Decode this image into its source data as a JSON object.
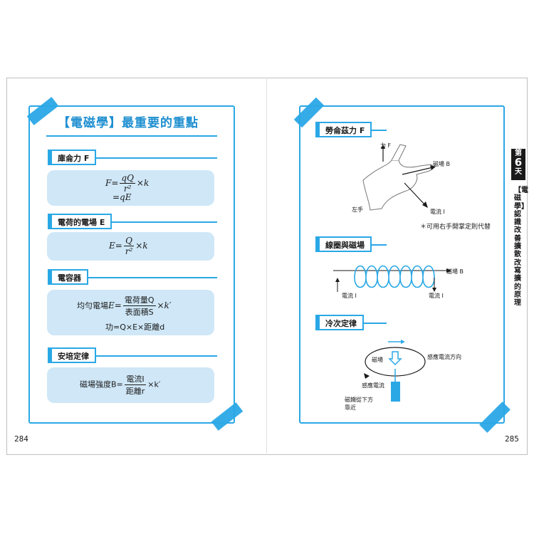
{
  "left_page": {
    "title": "【電磁學】最重要的重點",
    "page_number": "284",
    "sections": {
      "coulomb": {
        "heading": "庫侖力 F",
        "line1_prefix": "F=",
        "num": "qQ",
        "den": "r²",
        "suffix": "×k",
        "line2": "=qE"
      },
      "field": {
        "heading": "電荷的電場 E",
        "prefix": "E=",
        "num": "Q",
        "den": "r²",
        "suffix": "×k"
      },
      "capacitor": {
        "heading": "電容器",
        "line1_prefix": "均勻電場",
        "line1_var": "E=",
        "num": "電荷量Q",
        "den": "表面積S",
        "suffix": "×k′",
        "line2": "功=Q×E×距離d"
      },
      "ampere": {
        "heading": "安培定律",
        "prefix": "磁場強度B=",
        "num": "電流I",
        "den": "距離r",
        "suffix": "×k′"
      }
    }
  },
  "right_page": {
    "page_number": "285",
    "side_tab": {
      "label_top": "第",
      "day_number": "6",
      "label_bottom": "天"
    },
    "side_caption": "【電磁學】認識改善擴散改寫擴的原理",
    "sections": {
      "lorentz": {
        "heading": "勞侖茲力 F",
        "force_label": "力 F",
        "field_label": "磁場 B",
        "current_label": "電流 I",
        "hand_label": "左手",
        "note": "＊可用右手開掌定則代替"
      },
      "coil": {
        "heading": "線圈與磁場",
        "field_label": "磁場 B",
        "current_left": "電流 I",
        "current_right": "電流 I"
      },
      "lenz": {
        "heading": "冷次定律",
        "field_label": "磁場",
        "induced_direction": "感應電流方向",
        "induced_current": "感應電流",
        "magnet_line1": "磁鐵從下方",
        "magnet_line2": "靠近"
      }
    }
  },
  "colors": {
    "accent": "#2aa8e6",
    "box": "#cfe7f7",
    "text": "#1a1a1a"
  }
}
